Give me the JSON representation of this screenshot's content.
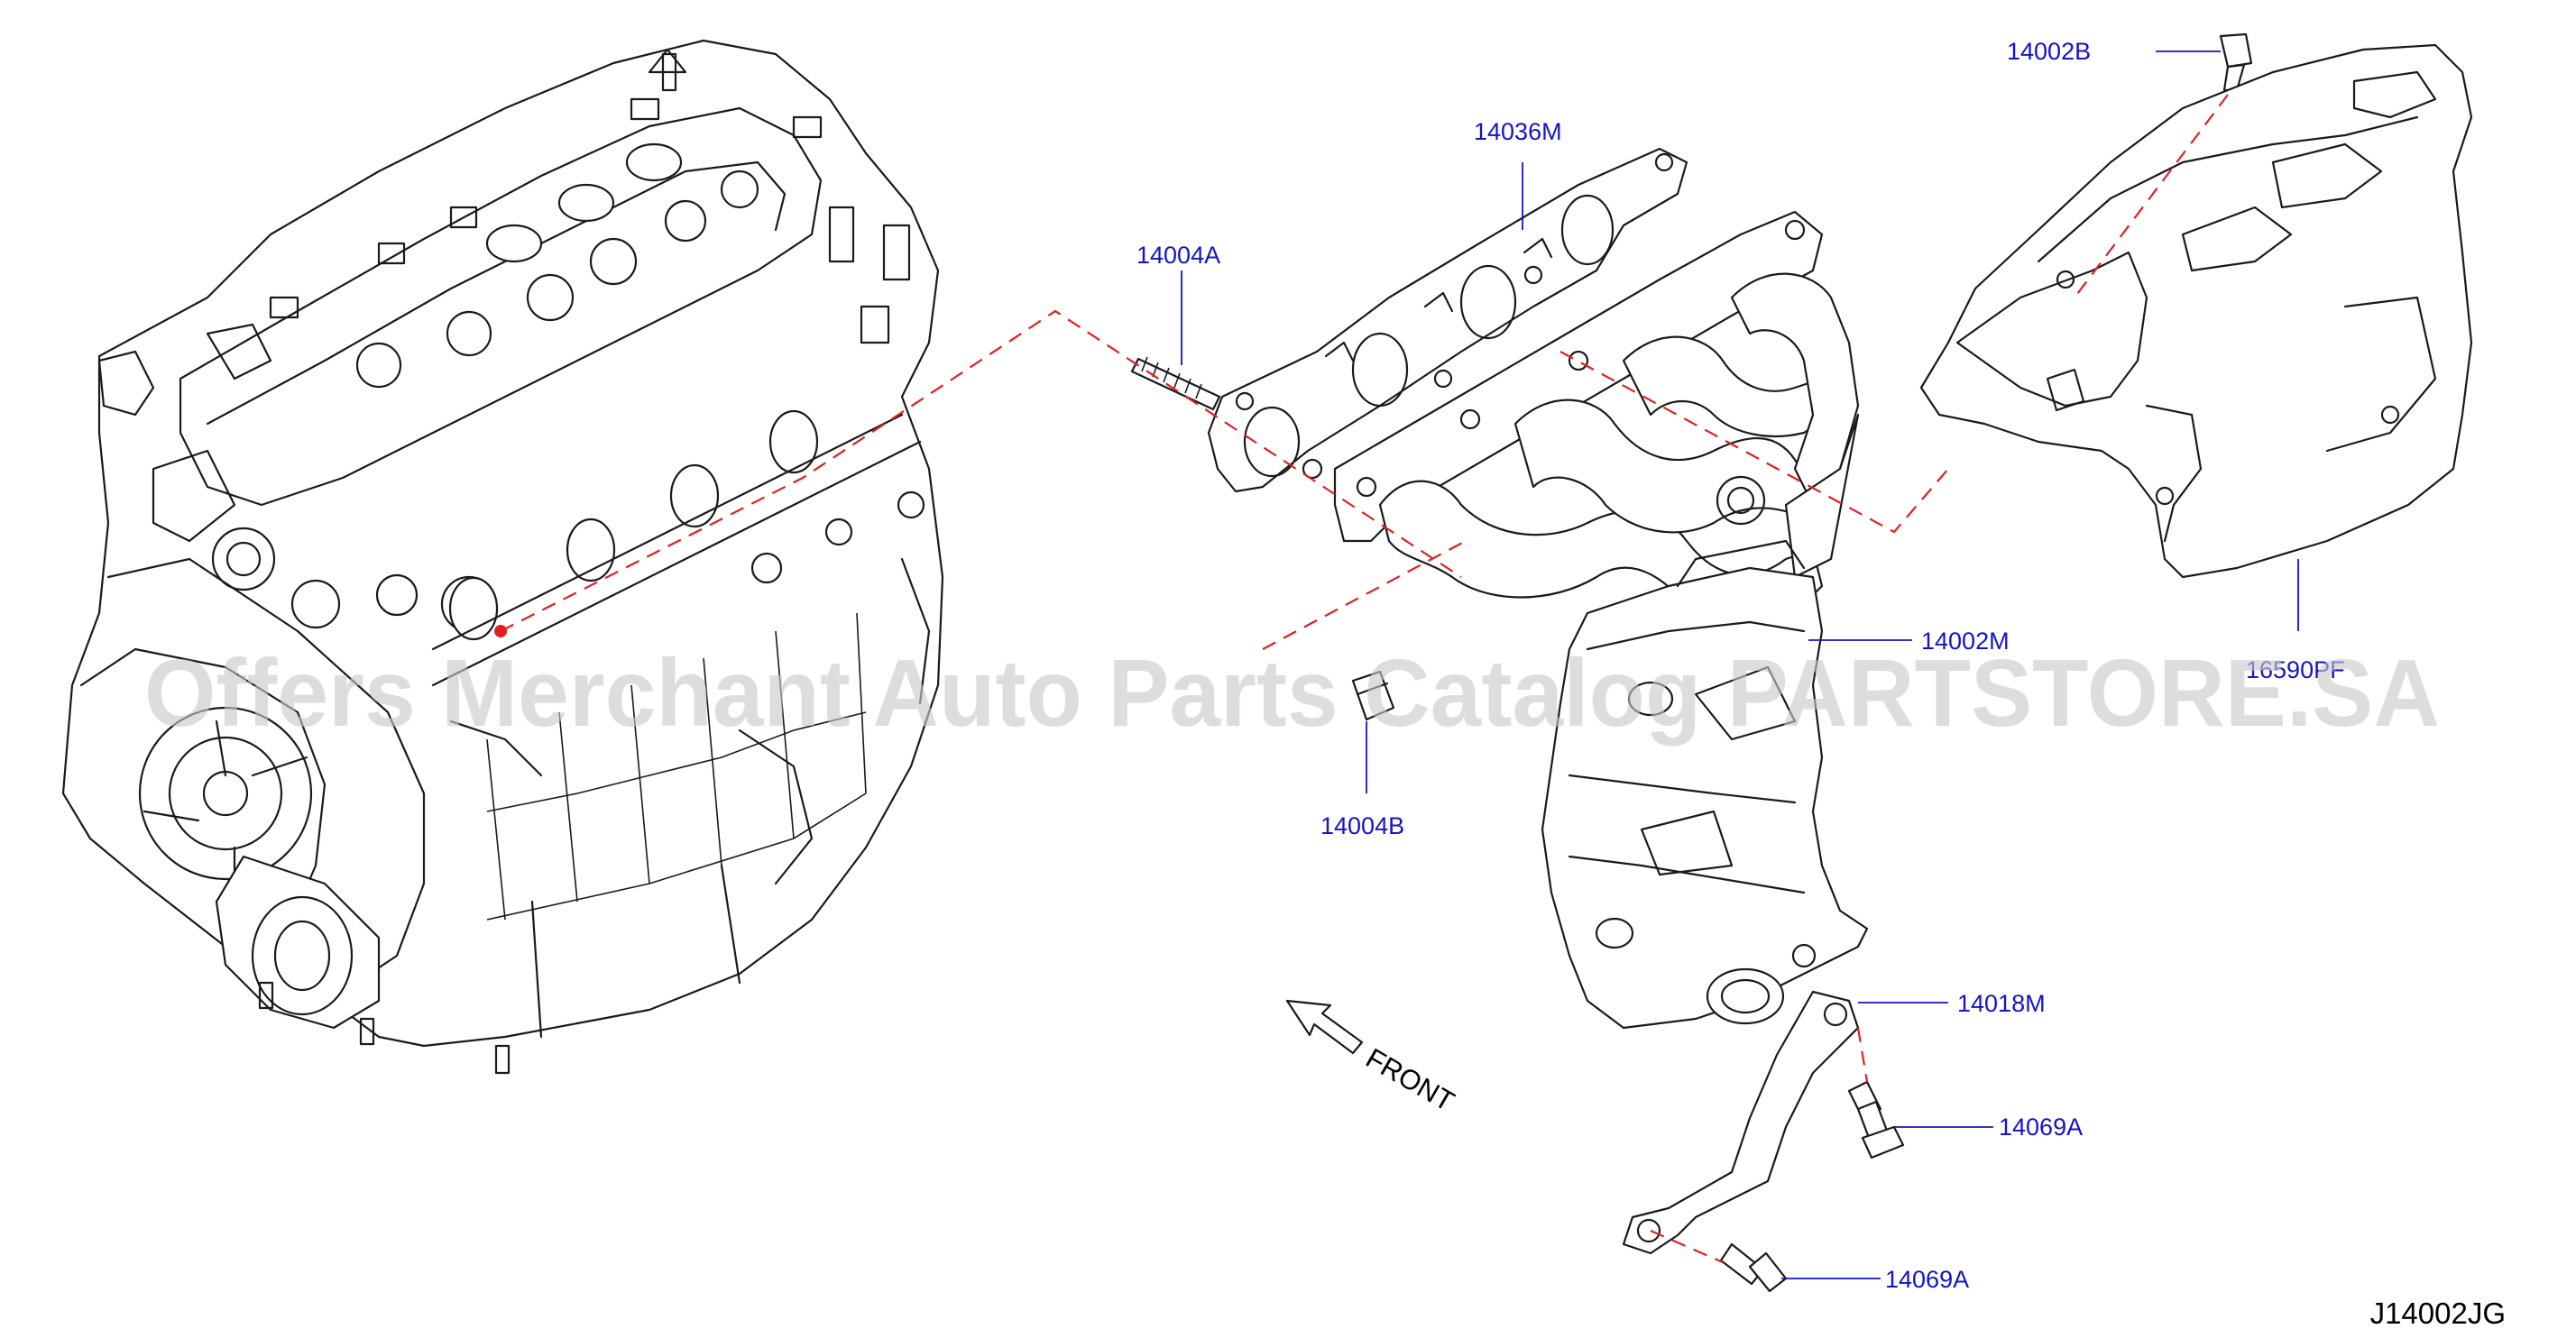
{
  "watermark": "Offers Merchant Auto Parts Catalog PARTSTORE.SA",
  "diagram_code": "J14002JG",
  "front_label": "FRONT",
  "part_labels": {
    "p14002B": "14002B",
    "p14036M": "14036M",
    "p14004A": "14004A",
    "p14002M": "14002M",
    "p14004B": "14004B",
    "p14018M": "14018M",
    "p14069A_upper": "14069A",
    "p14069A_lower": "14069A",
    "p16590PF": "16590PF"
  },
  "colors": {
    "label_text": "#1414c8",
    "leader_line": "#1414c8",
    "assembly_dashes": "#e02020",
    "drawing_lines": "#1a1a1a",
    "watermark": "#c8c8c8"
  },
  "icons": {
    "front_arrow": "outline-arrow-icon"
  }
}
